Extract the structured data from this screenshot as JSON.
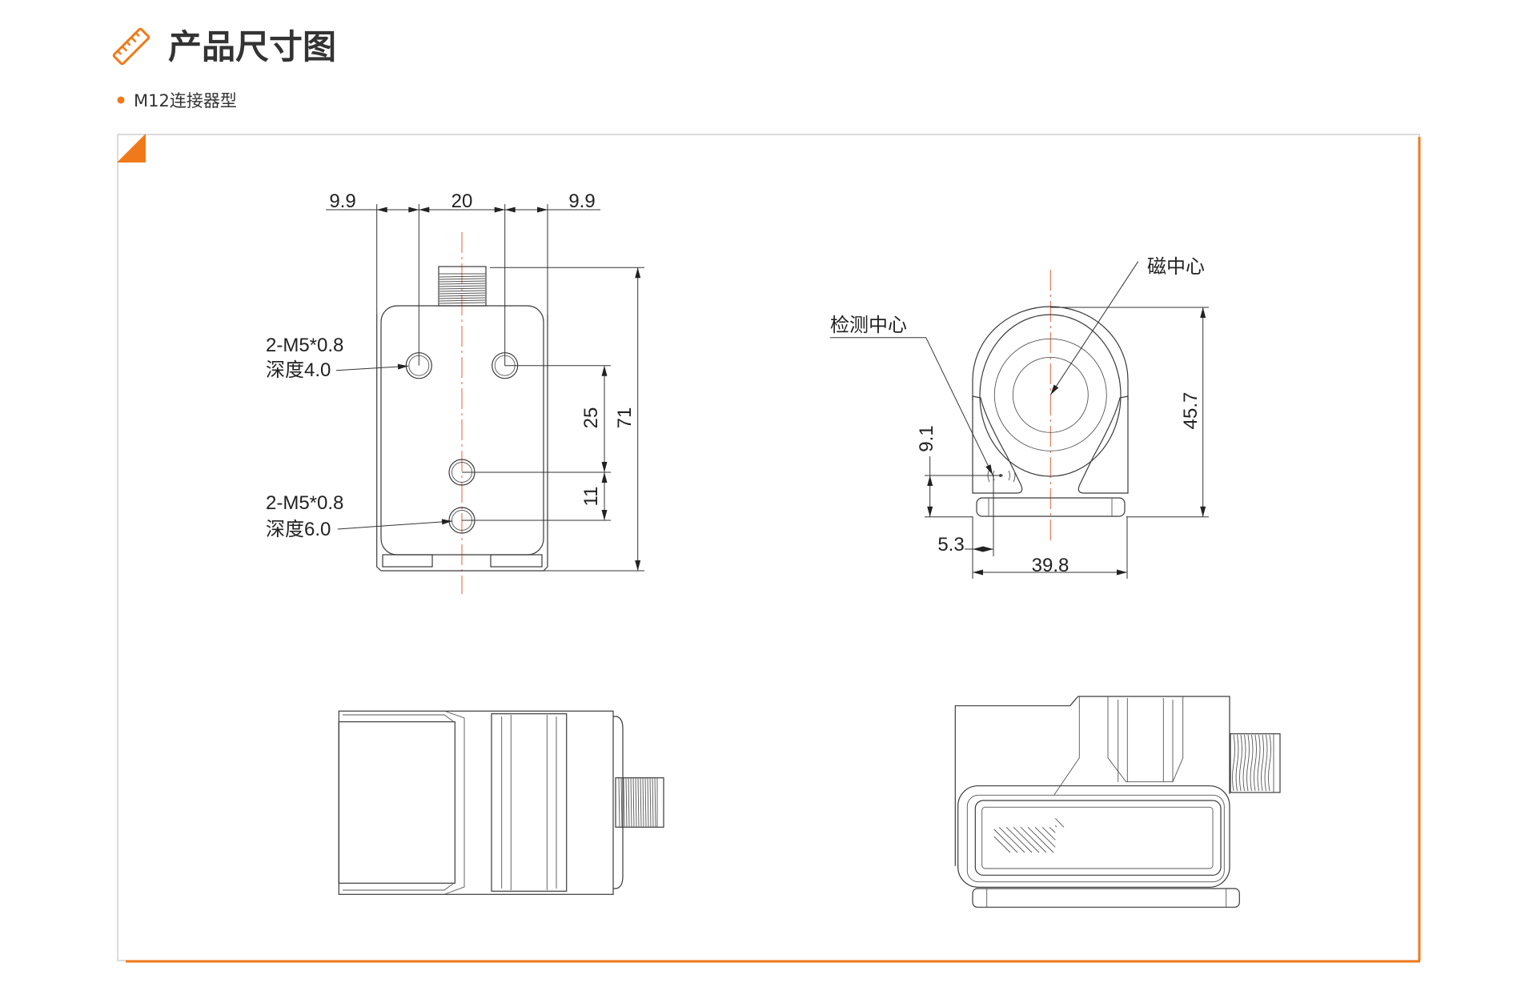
{
  "header": {
    "title": "产品尺寸图",
    "subtitle": "M12连接器型",
    "icon": "ruler-icon",
    "accent_color": "#f07a1a"
  },
  "front_view": {
    "dim_top_left": "9.9",
    "dim_top_center": "20",
    "dim_top_right": "9.9",
    "dim_hole_spacing": "25",
    "dim_lower_spacing": "11",
    "dim_height": "71",
    "callout_upper_line1": "2-M5*0.8",
    "callout_upper_line2": "深度4.0",
    "callout_lower_line1": "2-M5*0.8",
    "callout_lower_line2": "深度6.0"
  },
  "side_view": {
    "label_magnetic_center": "磁中心",
    "label_detection_center": "检测中心",
    "dim_height": "45.7",
    "dim_detect_height": "9.1",
    "dim_detect_offset": "5.3",
    "dim_width": "39.8"
  }
}
